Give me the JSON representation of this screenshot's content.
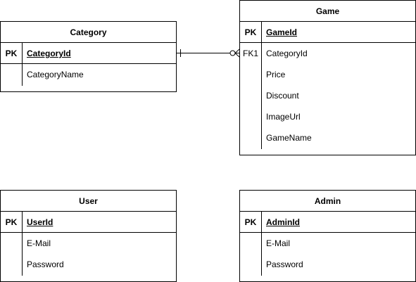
{
  "entities": {
    "category": {
      "name": "Category",
      "pk_label": "PK",
      "pk_field": "CategoryId",
      "fields": [
        {
          "key": "",
          "name": "CategoryName"
        }
      ]
    },
    "game": {
      "name": "Game",
      "pk_label": "PK",
      "pk_field": "GameId",
      "fields": [
        {
          "key": "FK1",
          "name": "CategoryId"
        },
        {
          "key": "",
          "name": "Price"
        },
        {
          "key": "",
          "name": "Discount"
        },
        {
          "key": "",
          "name": "ImageUrl"
        },
        {
          "key": "",
          "name": "GameName"
        }
      ]
    },
    "user": {
      "name": "User",
      "pk_label": "PK",
      "pk_field": "UserId",
      "fields": [
        {
          "key": "",
          "name": "E-Mail"
        },
        {
          "key": "",
          "name": "Password"
        }
      ]
    },
    "admin": {
      "name": "Admin",
      "pk_label": "PK",
      "pk_field": "AdminId",
      "fields": [
        {
          "key": "",
          "name": "E-Mail"
        },
        {
          "key": "",
          "name": "Password"
        }
      ]
    }
  },
  "relationship": {
    "from": "Category",
    "to": "Game",
    "from_cardinality": "one",
    "to_cardinality": "zero-or-many",
    "color": "#000000"
  }
}
